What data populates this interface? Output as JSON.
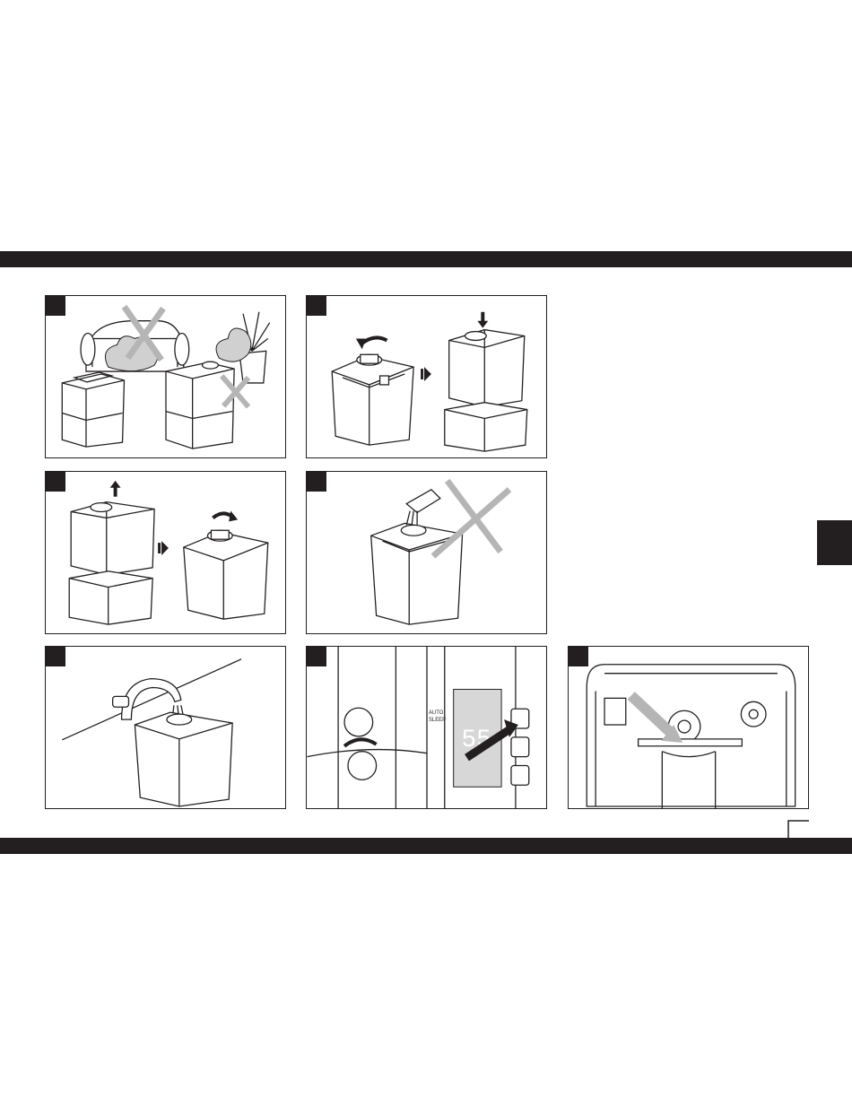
{
  "page": {
    "colors": {
      "ink": "#231f20",
      "paper": "#ffffff",
      "cross": "#b5b5b5"
    },
    "panels": [
      {
        "id": "p1",
        "icon": "placement-do-not-place-near-furniture-or-plants"
      },
      {
        "id": "p2",
        "icon": "open-cap-place-tank-on-base"
      },
      {
        "id": "p3",
        "icon": "lift-tank-remove-cap"
      },
      {
        "id": "p4",
        "icon": "no-additives-in-tank"
      },
      {
        "id": "p5",
        "icon": "fill-tank-under-tap"
      },
      {
        "id": "p6",
        "icon": "control-panel-power-button"
      },
      {
        "id": "p7",
        "icon": "base-bottom-arrow"
      }
    ],
    "display_text": {
      "humidity_readout": "55",
      "small_labels": [
        "AUTO",
        "SLEEP"
      ]
    }
  }
}
